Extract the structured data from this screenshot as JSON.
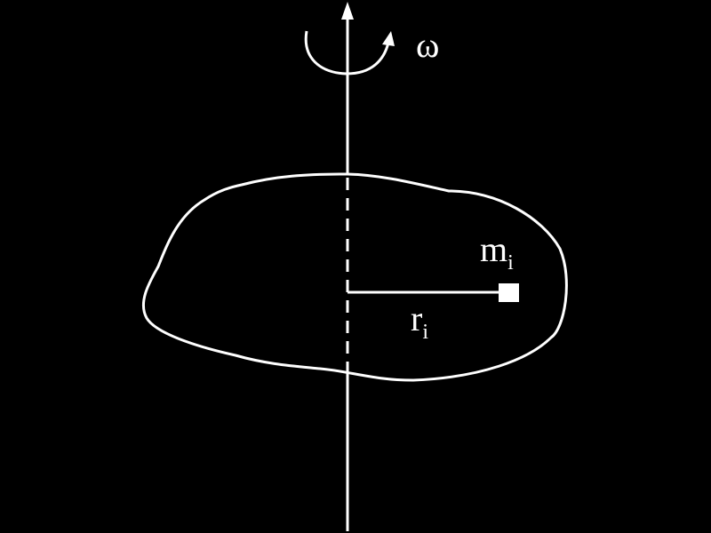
{
  "colors": {
    "background": "#000000",
    "stroke": "#ffffff"
  },
  "labels": {
    "angular_velocity": "ω",
    "mass_main": "m",
    "mass_sub": "i",
    "radius_main": "r",
    "radius_sub": "i"
  }
}
